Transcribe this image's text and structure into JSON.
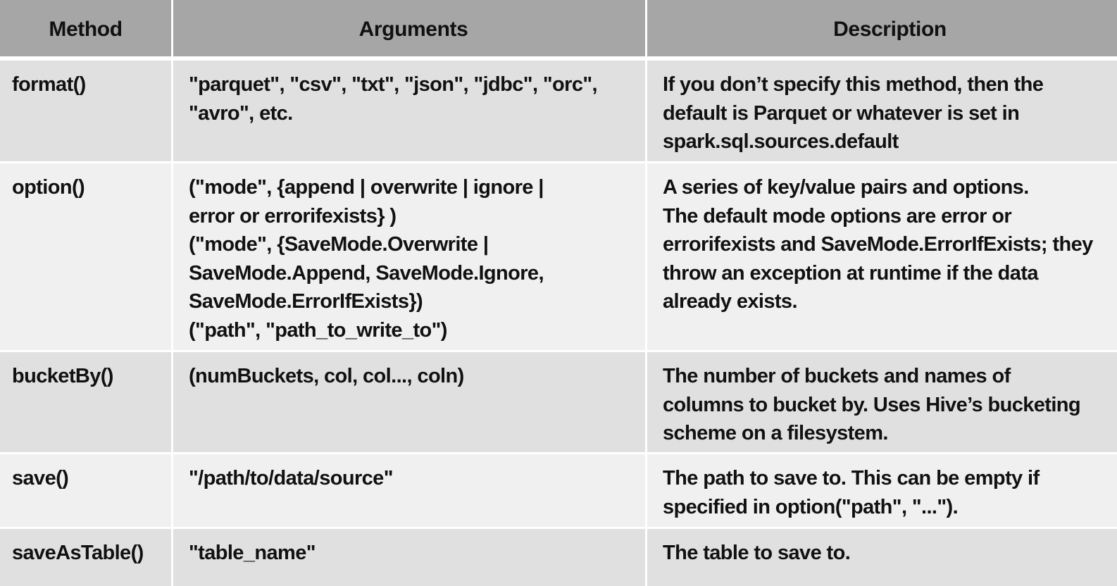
{
  "table": {
    "headers": [
      "Method",
      "Arguments",
      "Description"
    ],
    "rows": [
      {
        "method": "format()",
        "arguments": [
          "\"parquet\", \"csv\", \"txt\", \"json\", \"jdbc\", \"orc\",",
          "\"avro\", etc."
        ],
        "description": [
          "If you don’t specify this method, then the",
          "default is Parquet or whatever is set in",
          "spark.sql.sources.default"
        ]
      },
      {
        "method": "option()",
        "arguments": [
          "(\"mode\", {append | overwrite | ignore |",
          "error or errorifexists} )",
          "(\"mode\", {SaveMode.Overwrite |",
          "SaveMode.Append, SaveMode.Ignore,",
          "SaveMode.ErrorIfExists})",
          "(\"path\", \"path_to_write_to\")"
        ],
        "description": [
          "A series of key/value pairs and options.",
          "The default mode options are error or",
          "errorifexists and SaveMode.ErrorIfExists; they",
          "throw an exception at runtime if the data",
          "already exists."
        ]
      },
      {
        "method": "bucketBy()",
        "arguments": [
          "(numBuckets, col, col..., coln)"
        ],
        "description": [
          "The number of buckets and names of",
          "columns to bucket by. Uses Hive’s bucketing",
          "scheme on a filesystem."
        ]
      },
      {
        "method": "save()",
        "arguments": [
          "\"/path/to/data/source\""
        ],
        "description": [
          "The path to save to. This can be empty if",
          "specified in option(\"path\", \"...\")."
        ]
      },
      {
        "method": "saveAsTable()",
        "arguments": [
          "\"table_name\""
        ],
        "description": [
          "The table to save to."
        ]
      }
    ]
  }
}
